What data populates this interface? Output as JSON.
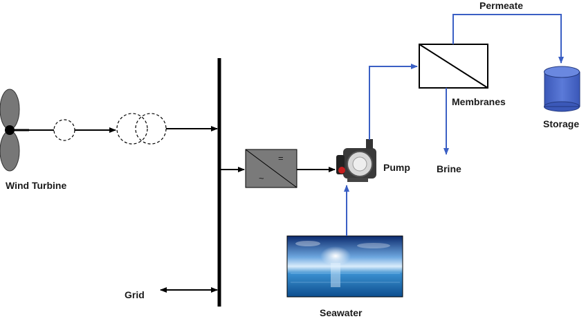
{
  "labels": {
    "wind_turbine": "Wind Turbine",
    "grid": "Grid",
    "pump": "Pump",
    "seawater": "Seawater",
    "membranes": "Membranes",
    "brine": "Brine",
    "permeate": "Permeate",
    "storage": "Storage"
  },
  "converter_symbols": {
    "dc": "=",
    "ac": "~"
  },
  "colors": {
    "electric_line": "#000000",
    "water_line": "#3a5fc4",
    "storage_fill": "#4a68c8",
    "converter_fill": "#7a7a7a",
    "turbine_fill": "#777777"
  }
}
